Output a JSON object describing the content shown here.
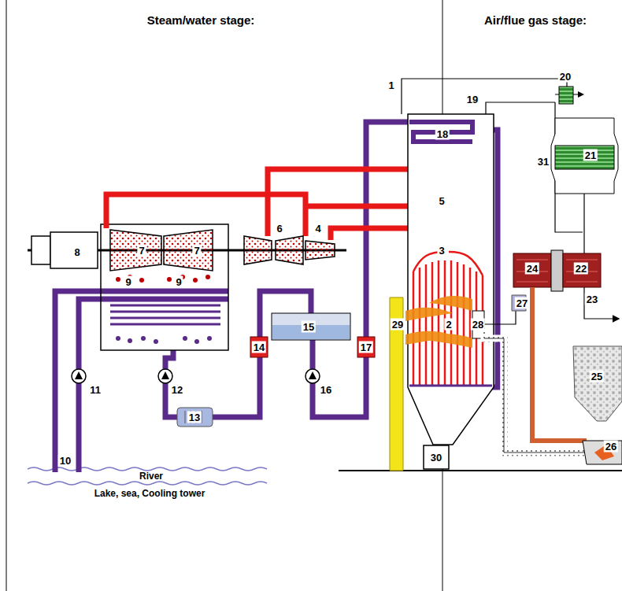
{
  "diagram": {
    "labels": [
      "Steam/water stage:",
      "Air/flue gas stage:",
      "1",
      "19",
      "20",
      "31",
      "21",
      "18",
      "5",
      "6",
      "4",
      "3",
      "8",
      "7",
      "7",
      "24",
      "22",
      "9",
      "9",
      "23",
      "27",
      "15",
      "2",
      "28",
      "29",
      "14",
      "17",
      "25",
      "11",
      "12",
      "16",
      "13",
      "26",
      "10",
      "30",
      "River",
      "Lake, sea, Cooling tower"
    ]
  }
}
